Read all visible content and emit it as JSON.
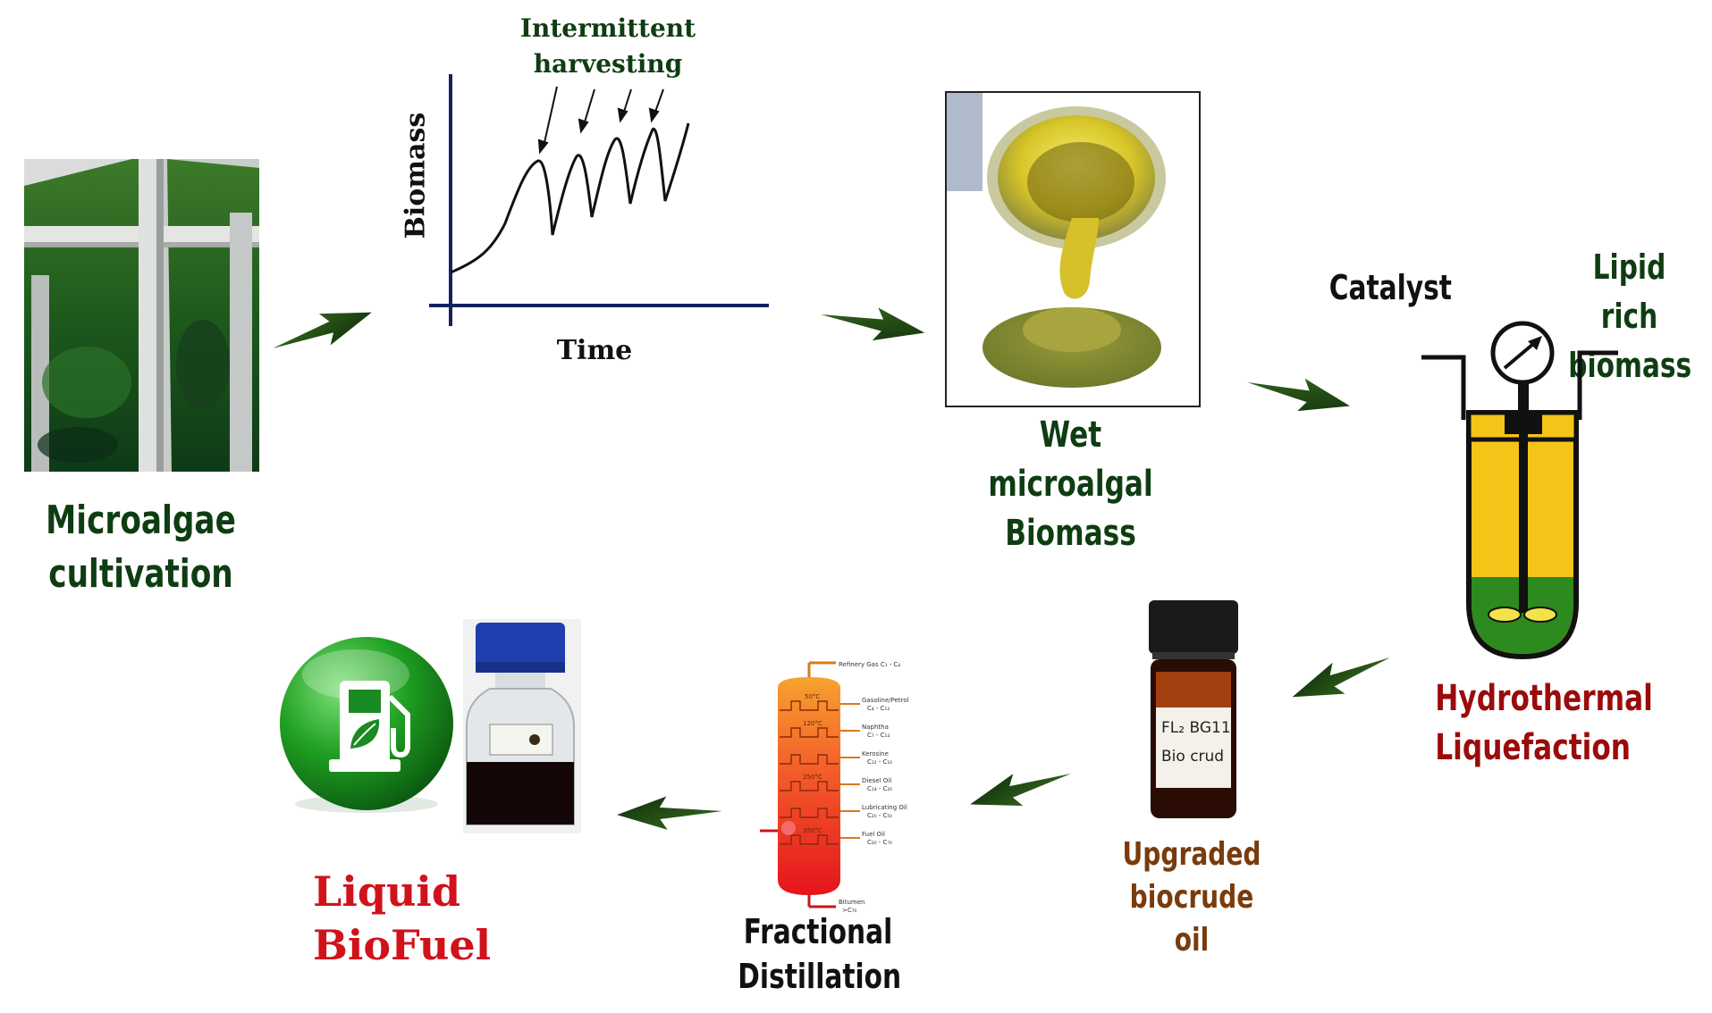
{
  "labels": {
    "microalgae_cultivation": [
      "Microalgae",
      "cultivation"
    ],
    "intermittent_harvesting": [
      "Intermittent",
      "harvesting"
    ],
    "graph_y_axis": "Biomass",
    "graph_x_axis": "Time",
    "wet_biomass": [
      "Wet microalgal",
      "Biomass"
    ],
    "catalyst": "Catalyst",
    "lipid_rich": [
      "Lipid rich",
      "biomass"
    ],
    "htl": [
      "Hydrothermal",
      "Liquefaction"
    ],
    "upgraded": [
      "Upgraded",
      "biocrude oil"
    ],
    "distillation": [
      "Fractional",
      "Distillation"
    ],
    "biofuel": [
      "Liquid",
      "BioFuel"
    ]
  },
  "vial_text": [
    "FL₂  BG11",
    "Bio crud"
  ],
  "column_products": [
    {
      "name": "Refinery Gas C₁ - C₄",
      "sub": ""
    },
    {
      "name": "Gasoline/Petrol",
      "sub": "C₄ - C₁₂"
    },
    {
      "name": "Naphtha",
      "sub": "C₇ - C₁₄"
    },
    {
      "name": "Kerosine",
      "sub": "C₁₂ - C₁₆"
    },
    {
      "name": "Diesel Oil",
      "sub": "C₁₄ - C₂₀"
    },
    {
      "name": "Lubricating Oil",
      "sub": "C₂₀ - C₅₀"
    },
    {
      "name": "Fuel Oil",
      "sub": "C₂₀ - C₇₀"
    },
    {
      "name": "Bitumen",
      "sub": ">C₇₀"
    }
  ],
  "column_temps": [
    "50°C",
    "120°C",
    "250°C",
    "350°C"
  ],
  "colors": {
    "arrow": "#1f4a12",
    "green_text": "#0f3d12",
    "red_text": "#d0121b",
    "axis": "#14235e"
  }
}
